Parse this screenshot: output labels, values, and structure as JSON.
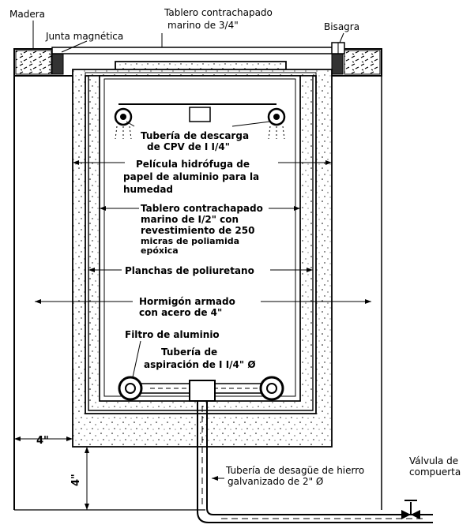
{
  "labels": {
    "madera": "Madera",
    "tablero_34_l1": "Tablero contrachapado",
    "tablero_34_l2": "marino de 3/4\"",
    "junta": "Junta magnética",
    "bisagra": "Bisagra",
    "descarga_l1": "Tubería de descarga",
    "descarga_l2": "de CPV de I I/4\"",
    "pelicula_l1": "Película hidrófuga de",
    "pelicula_l2": "papel de aluminio para la",
    "pelicula_l3": "humedad",
    "tablero_12_l1": "Tablero contrachapado",
    "tablero_12_l2": "marino de I/2\" con",
    "tablero_12_l3": "revestimiento de 250",
    "tablero_12_l4": "micras de poliamida",
    "tablero_12_l5": "epóxica",
    "poliuretano": "Planchas de poliuretano",
    "hormigon_l1": "Hormigón armado",
    "hormigon_l2": "con acero de 4\"",
    "filtro": "Filtro de aluminio",
    "aspiracion_l1": "Tubería de",
    "aspiracion_l2": "aspiración de I I/4\" Ø",
    "dim_4_horizontal": "4\"",
    "dim_4_vertical": "4\"",
    "desague_l1": "Tubería de desagüe de hierro",
    "desague_l2": "galvanizado de 2\" Ø",
    "valvula_l1": "Válvula de",
    "valvula_l2": "compuerta"
  }
}
